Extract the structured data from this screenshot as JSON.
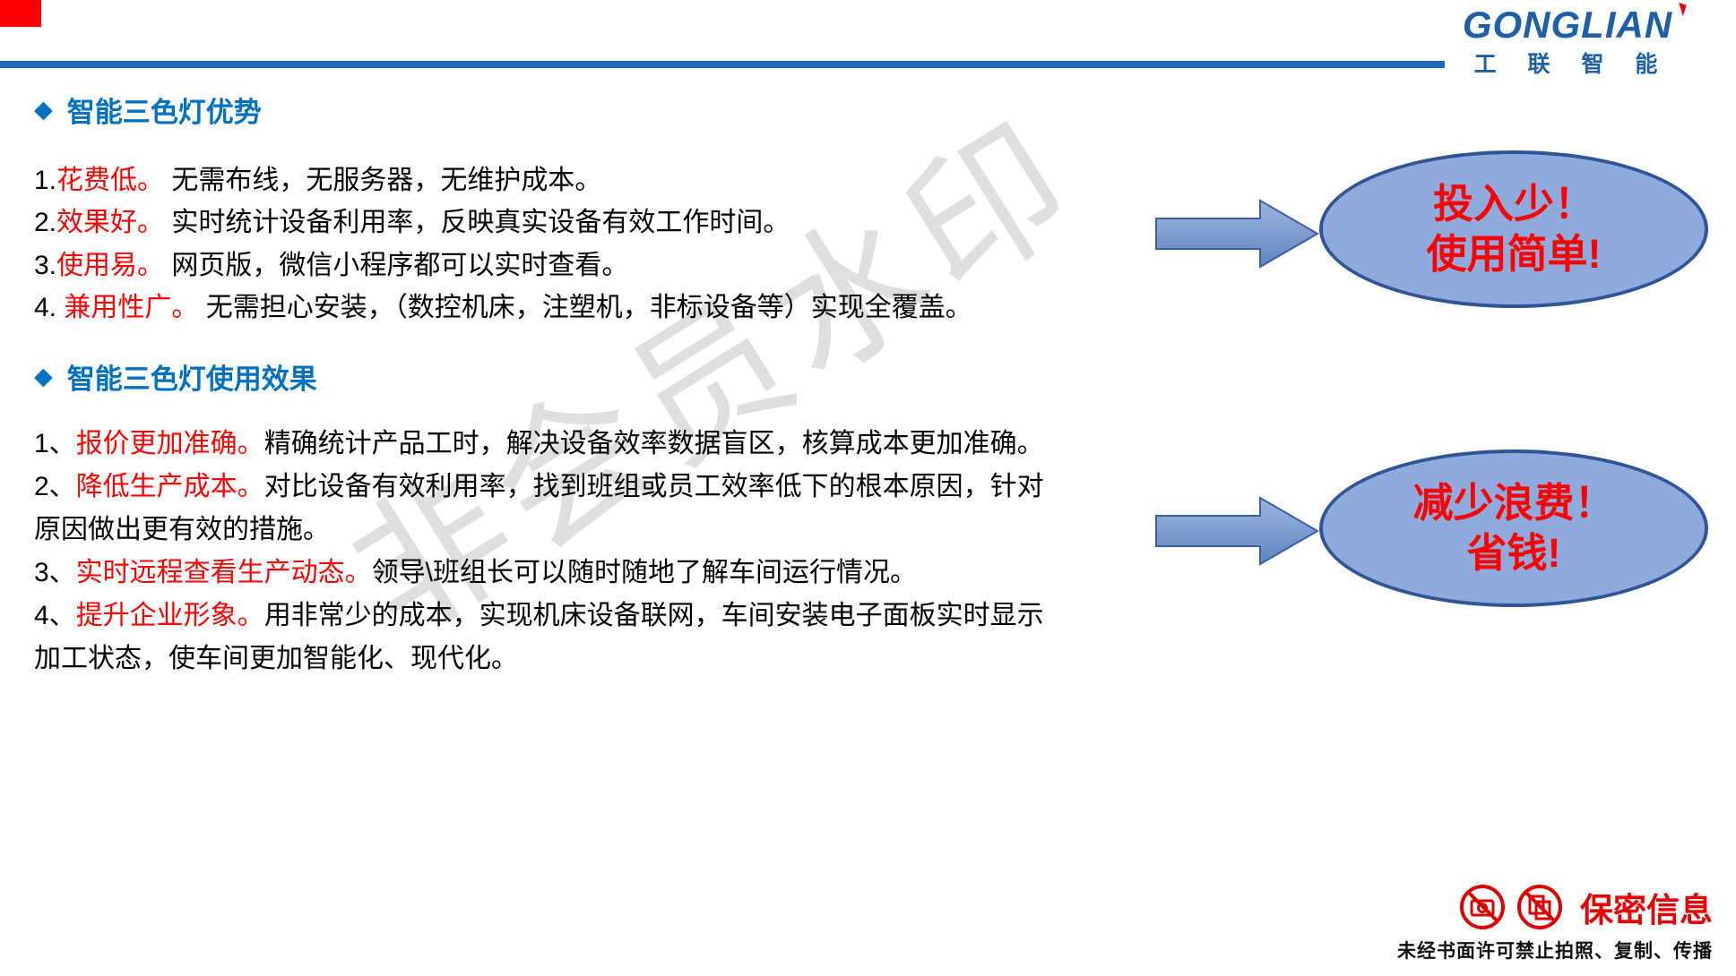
{
  "logo": {
    "name": "GONGLIAN",
    "subtitle": "工 联 智 能"
  },
  "sections": [
    {
      "bullet": "◆",
      "heading": "智能三色灯优势",
      "items": [
        {
          "prefix": "1.",
          "highlight": "花费低。",
          "text": " 无需布线，无服务器，无维护成本。"
        },
        {
          "prefix": "2.",
          "highlight": "效果好。",
          "text": " 实时统计设备利用率，反映真实设备有效工作时间。"
        },
        {
          "prefix": "3.",
          "highlight": "使用易。",
          "text": " 网页版，微信小程序都可以实时查看。"
        },
        {
          "prefix": "4. ",
          "highlight": "兼用性广。",
          "text": " 无需担心安装，（数控机床，注塑机，非标设备等）实现全覆盖。"
        }
      ],
      "callout": {
        "line1": "投入少！",
        "line2": "使用简单!"
      }
    },
    {
      "bullet": "◆",
      "heading": "智能三色灯使用效果",
      "items": [
        {
          "prefix": "1、",
          "highlight": "报价更加准确。",
          "text": "精确统计产品工时，解决设备效率数据盲区，核算成本更加准确。"
        },
        {
          "prefix": "2、",
          "highlight": "降低生产成本。",
          "text": "对比设备有效利用率，找到班组或员工效率低下的根本原因，针对原因做出更有效的措施。"
        },
        {
          "prefix": "3、",
          "highlight": "实时远程查看生产动态。",
          "text": "领导\\班组长可以随时随地了解车间运行情况。"
        },
        {
          "prefix": "4、",
          "highlight": "提升企业形象。",
          "text": "用非常少的成本，实现机床设备联网，车间安装电子面板实时显示加工状态，使车间更加智能化、现代化。"
        }
      ],
      "callout": {
        "line1": "减少浪费！",
        "line2": "省钱!"
      }
    }
  ],
  "watermark": "非会员水印",
  "footer": {
    "label": "保密信息",
    "note": "未经书面许可禁止拍照、复制、传播"
  },
  "colors": {
    "accent_red": "#ff0000",
    "heading_blue": "#0070c0",
    "divider_blue": "#1b6ab8",
    "ellipse_fill": "#8faadc",
    "ellipse_border": "#2f5597",
    "arrow_fill": "#7a9bd0"
  }
}
